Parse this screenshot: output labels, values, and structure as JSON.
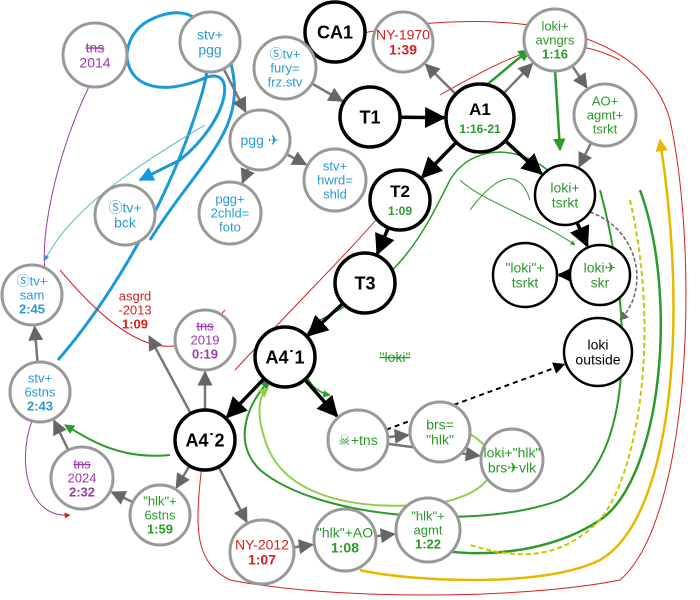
{
  "nodes": [
    {
      "id": "CA1",
      "lines": [
        "CA1"
      ],
      "color": "#000000",
      "style": "main"
    },
    {
      "id": "T1",
      "lines": [
        "T1"
      ],
      "color": "#000000",
      "style": "main"
    },
    {
      "id": "A1",
      "lines": [
        "A1",
        "1:16-21"
      ],
      "color": "#000000",
      "subcolor": "#2a9a2a",
      "style": "main"
    },
    {
      "id": "T2",
      "lines": [
        "T2",
        "1:09"
      ],
      "color": "#000000",
      "subcolor": "#2a9a2a",
      "style": "main"
    },
    {
      "id": "T3",
      "lines": [
        "T3"
      ],
      "color": "#000000",
      "style": "main"
    },
    {
      "id": "A4_1",
      "lines": [
        "A4˙1"
      ],
      "color": "#000000",
      "style": "main"
    },
    {
      "id": "A4_2",
      "lines": [
        "A4˙2"
      ],
      "color": "#000000",
      "style": "main"
    },
    {
      "id": "loki_outside",
      "lines": [
        "loki",
        "outside"
      ],
      "color": "#000000",
      "style": "plain"
    },
    {
      "id": "NY1970",
      "lines": [
        "NY-1970",
        "1:39"
      ],
      "color": "#d42020",
      "style": "grey"
    },
    {
      "id": "loki_avngrs",
      "lines": [
        "loki+",
        "avngrs",
        "1:16"
      ],
      "color": "#2a9a2a",
      "style": "grey"
    },
    {
      "id": "AO_agmt",
      "lines": [
        "AO+",
        "agmt+",
        "tsrkt"
      ],
      "color": "#2a9a2a",
      "style": "grey"
    },
    {
      "id": "loki_tsrkt",
      "lines": [
        "loki+",
        "tsrkt"
      ],
      "color": "#2a9a2a",
      "style": "plain"
    },
    {
      "id": "loki_skr",
      "lines": [
        "loki✈",
        "skr"
      ],
      "color": "#2a9a2a",
      "style": "plain"
    },
    {
      "id": "q_loki_tsrkt",
      "lines": [
        "\"loki\"+",
        "tsrkt"
      ],
      "color": "#2a9a2a",
      "style": "plain"
    },
    {
      "id": "stv_pgg",
      "lines": [
        "stv+",
        "pgg"
      ],
      "color": "#2a9ad4",
      "style": "grey"
    },
    {
      "id": "stv_fury",
      "lines": [
        "Ⓢtv+",
        "fury=",
        "frz.stv"
      ],
      "color": "#2a9ad4",
      "style": "grey"
    },
    {
      "id": "pgg_plane",
      "lines": [
        "pgg ✈"
      ],
      "color": "#2a9ad4",
      "style": "grey"
    },
    {
      "id": "stv_hwrd",
      "lines": [
        "stv+",
        "hwrd=",
        "shld"
      ],
      "color": "#2a9ad4",
      "style": "grey"
    },
    {
      "id": "pgg_2chld",
      "lines": [
        "pgg+",
        "2chld=",
        "foto"
      ],
      "color": "#2a9ad4",
      "style": "grey"
    },
    {
      "id": "stv_bck",
      "lines": [
        "Ⓢtv+",
        "bck"
      ],
      "color": "#2a9ad4",
      "style": "grey"
    },
    {
      "id": "tns2014",
      "lines": [
        "tns",
        "2014"
      ],
      "color": "#9a3aa8",
      "style": "grey"
    },
    {
      "id": "stv_sam",
      "lines": [
        "Ⓢtv+",
        "sam",
        "2:45"
      ],
      "color": "#2a9ad4",
      "style": "grey"
    },
    {
      "id": "stv_6stns",
      "lines": [
        "stv+",
        "6stns",
        "2:43"
      ],
      "color": "#2a9ad4",
      "style": "grey"
    },
    {
      "id": "tns2024",
      "lines": [
        "tns",
        "2024",
        "2:32"
      ],
      "color": "#9a3aa8",
      "style": "grey"
    },
    {
      "id": "hlk_6stns",
      "lines": [
        "\"hlk\"+",
        "6stns",
        "1:59"
      ],
      "color": "#2a9a2a",
      "style": "grey"
    },
    {
      "id": "asgrd2013",
      "lines": [
        "asgrd",
        "-2013",
        "1:09"
      ],
      "color": "#d42020",
      "style": "none"
    },
    {
      "id": "tns2019",
      "lines": [
        "tns",
        "2019",
        "0:19"
      ],
      "color": "#9a3aa8",
      "style": "grey"
    },
    {
      "id": "q_loki",
      "lines": [
        "\"loki\""
      ],
      "color": "#2a9a2a",
      "style": "none"
    },
    {
      "id": "skull_tns",
      "lines": [
        "☠+tns"
      ],
      "color": "#2a9a2a",
      "style": "grey"
    },
    {
      "id": "brs_hlk",
      "lines": [
        "brs=",
        "\"hlk\""
      ],
      "color": "#2a9a2a",
      "style": "grey"
    },
    {
      "id": "loki_hlk_vlk",
      "lines": [
        "loki+\"hlk\"",
        "brs✈vlk"
      ],
      "color": "#2a9a2a",
      "style": "grey"
    },
    {
      "id": "NY2012",
      "lines": [
        "NY-2012",
        "1:07"
      ],
      "color": "#d42020",
      "style": "grey"
    },
    {
      "id": "hlk_AO",
      "lines": [
        "\"hlk\"+AO",
        "1:08"
      ],
      "color": "#2a9a2a",
      "style": "grey"
    },
    {
      "id": "hlk_agmt",
      "lines": [
        "\"hlk\"+",
        "agmt",
        "1:22"
      ],
      "color": "#2a9a2a",
      "style": "grey"
    }
  ],
  "edges": [
    {
      "from": "T1",
      "to": "A1"
    },
    {
      "from": "A1",
      "to": "T2"
    },
    {
      "from": "T2",
      "to": "T3"
    },
    {
      "from": "T3",
      "to": "A4_1"
    },
    {
      "from": "A4_1",
      "to": "A4_2"
    },
    {
      "from": "A1",
      "to": "loki_tsrkt"
    },
    {
      "from": "loki_tsrkt",
      "to": "loki_skr"
    },
    {
      "from": "loki_skr",
      "to": "q_loki_tsrkt"
    },
    {
      "from": "A4_1",
      "to": "skull_tns"
    },
    {
      "from": "stv_fury",
      "to": "CA1"
    },
    {
      "from": "stv_fury",
      "to": "T1"
    },
    {
      "from": "stv_pgg",
      "to": "pgg_plane"
    },
    {
      "from": "pgg_plane",
      "to": "stv_hwrd"
    },
    {
      "from": "pgg_plane",
      "to": "pgg_2chld"
    },
    {
      "from": "A1",
      "to": "NY1970"
    },
    {
      "from": "A1",
      "to": "loki_avngrs"
    },
    {
      "from": "loki_avngrs",
      "to": "AO_agmt"
    },
    {
      "from": "AO_agmt",
      "to": "loki_tsrkt"
    },
    {
      "from": "A4_2",
      "to": "asgrd2013"
    },
    {
      "from": "A4_2",
      "to": "tns2019"
    },
    {
      "from": "A4_2",
      "to": "hlk_6stns"
    },
    {
      "from": "hlk_6stns",
      "to": "tns2024"
    },
    {
      "from": "tns2024",
      "to": "stv_6stns"
    },
    {
      "from": "stv_6stns",
      "to": "stv_sam"
    },
    {
      "from": "A4_2",
      "to": "NY2012"
    },
    {
      "from": "NY2012",
      "to": "hlk_AO"
    },
    {
      "from": "hlk_AO",
      "to": "hlk_agmt"
    },
    {
      "from": "skull_tns",
      "to": "brs_hlk"
    },
    {
      "from": "skull_tns",
      "to": "loki_hlk_vlk"
    },
    {
      "from": "skull_tns",
      "to": "loki_outside",
      "dashed": true
    }
  ]
}
